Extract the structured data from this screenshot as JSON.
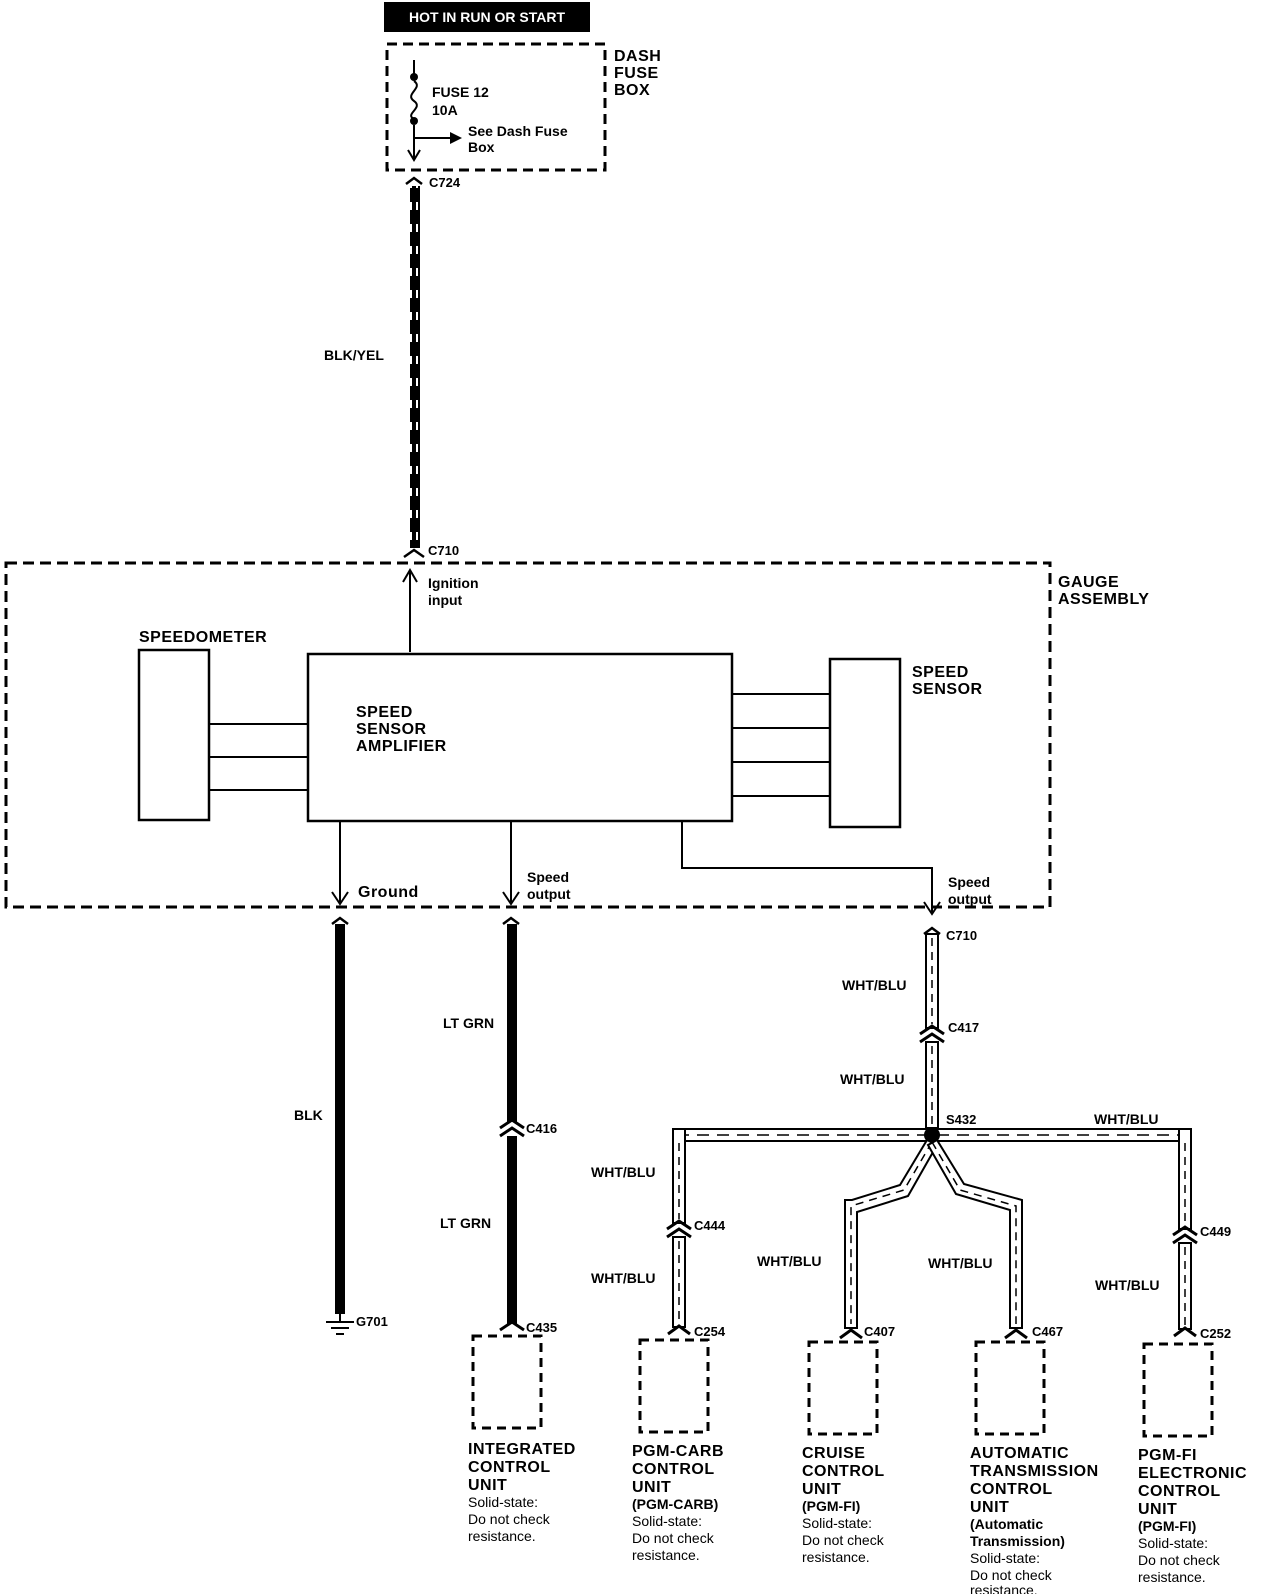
{
  "power": {
    "banner": "HOT IN RUN OR START",
    "fuse_box_label": [
      "DASH",
      "FUSE",
      "BOX"
    ],
    "fuse_name": "FUSE 12",
    "fuse_rating": "10A",
    "see_note": [
      "See Dash Fuse",
      "Box"
    ]
  },
  "connectors": {
    "c724": "C724",
    "c710_top": "C710",
    "c710_bottom": "C710",
    "c417": "C417",
    "s432": "S432",
    "c416": "C416",
    "c435": "C435",
    "g701": "G701",
    "c444": "C444",
    "c254": "C254",
    "c407": "C407",
    "c467": "C467",
    "c449": "C449",
    "c252": "C252"
  },
  "wires": {
    "blk_yel": "BLK/YEL",
    "blk": "BLK",
    "lt_grn_upper": "LT GRN",
    "lt_grn_lower": "LT GRN",
    "wht_blu_1": "WHT/BLU",
    "wht_blu_2": "WHT/BLU",
    "wht_blu_right": "WHT/BLU",
    "wht_blu_left": "WHT/BLU",
    "wht_blu_left_lower": "WHT/BLU",
    "wht_blu_cruise": "WHT/BLU",
    "wht_blu_at": "WHT/BLU",
    "wht_blu_pgmfi": "WHT/BLU"
  },
  "gauge": {
    "label": [
      "GAUGE",
      "ASSEMBLY"
    ],
    "speedometer": "SPEEDOMETER",
    "amplifier": [
      "SPEED",
      "SENSOR",
      "AMPLIFIER"
    ],
    "sensor": [
      "SPEED",
      "SENSOR"
    ],
    "ignition": [
      "Ignition",
      "input"
    ],
    "ground": "Ground",
    "speed_output_1": [
      "Speed",
      "output"
    ],
    "speed_output_2": [
      "Speed",
      "output"
    ]
  },
  "units": {
    "icu": [
      "INTEGRATED",
      "CONTROL",
      "UNIT",
      "Solid-state:",
      "Do not check",
      "resistance."
    ],
    "pgm_carb": [
      "PGM-CARB",
      "CONTROL",
      "UNIT",
      "(PGM-CARB)",
      "Solid-state:",
      "Do not check",
      "resistance."
    ],
    "cruise": [
      "CRUISE",
      "CONTROL",
      "UNIT",
      "(PGM-FI)",
      "Solid-state:",
      "Do not check",
      "resistance."
    ],
    "atcu": [
      "AUTOMATIC",
      "TRANSMISSION",
      "CONTROL",
      "UNIT",
      "(Automatic",
      "Transmission)",
      "Solid-state:",
      "Do not check",
      "resistance."
    ],
    "pgm_fi": [
      "PGM-FI",
      "ELECTRONIC",
      "CONTROL",
      "UNIT",
      "(PGM-FI)",
      "Solid-state:",
      "Do not check",
      "resistance."
    ]
  }
}
